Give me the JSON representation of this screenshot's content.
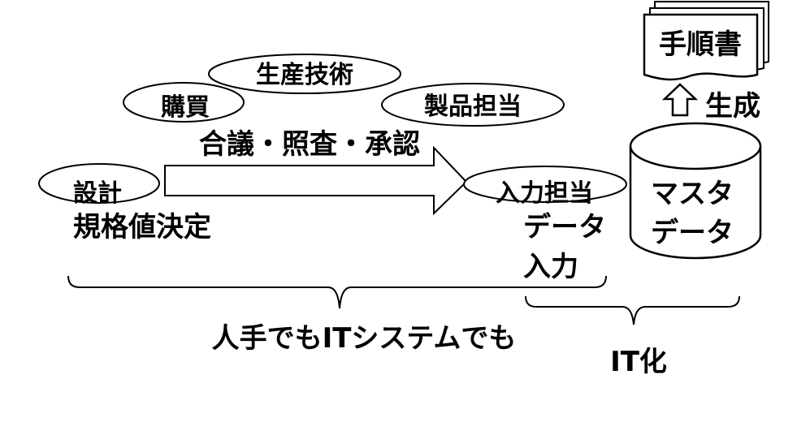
{
  "nodes": {
    "design": "設計",
    "purchasing": "購買",
    "production_engineering": "生産技術",
    "product_manager": "製品担当",
    "input_staff": "入力担当",
    "procedure_manual": "手順書"
  },
  "labels": {
    "spec_decision": "規格値決定",
    "consult_review_approve": "合議・照査・承認",
    "data_input_line1": "データ",
    "data_input_line2": "入力",
    "master_data_line1": "マスタ",
    "master_data_line2": "データ",
    "generate": "生成",
    "manual_or_it": "人手でもITシステムでも",
    "it_ization": "IT化"
  }
}
